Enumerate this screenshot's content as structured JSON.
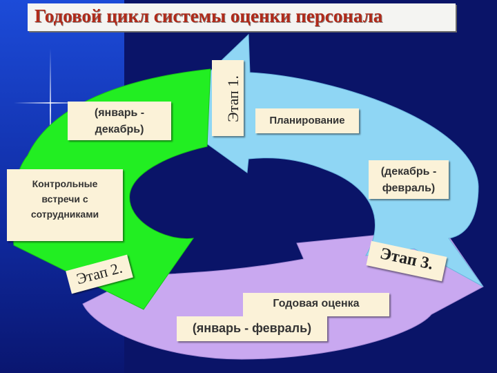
{
  "title": "Годовой цикл системы оценки персонала",
  "stages": {
    "stage1": {
      "label": "Этап 1.",
      "name": "Планирование",
      "period": "(декабрь - февраль)"
    },
    "stage2": {
      "label": "Этап 2.",
      "name": "Контрольные встречи с сотрудниками",
      "period": "(январь - декабрь)"
    },
    "stage3": {
      "label": "Этап 3.",
      "name": "Годовая оценка",
      "period": "(январь - февраль)"
    }
  },
  "colors": {
    "stage1_arrow": "#8fd6f4",
    "stage2_arrow": "#22ee22",
    "stage3_arrow": "#c9a8f0",
    "title_text": "#b02a1a",
    "box_bg": "#fbf2d8"
  }
}
